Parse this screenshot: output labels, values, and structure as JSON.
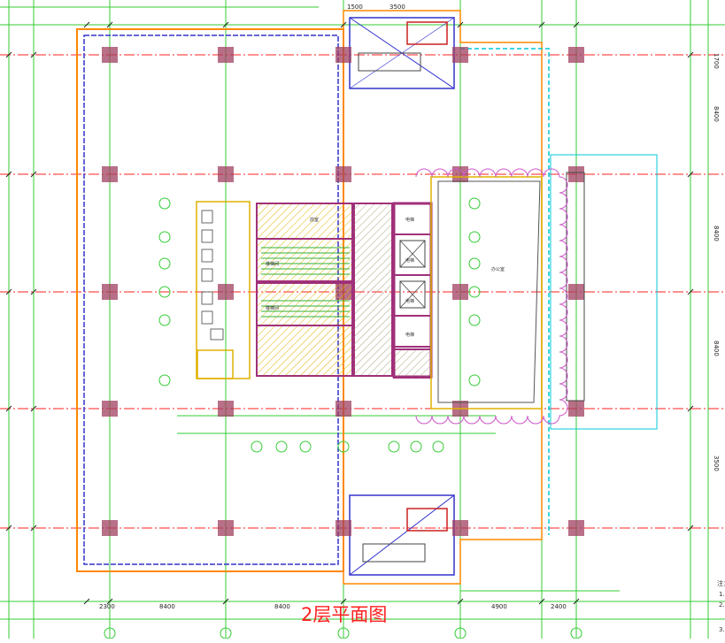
{
  "drawing": {
    "title": "2层平面图",
    "colors": {
      "background": "#ffffff",
      "axis_line": "#ff2020",
      "dimension_line": "#00cc00",
      "grid_line_vertical": "#33cc33",
      "wall_outer": "#ff8800",
      "wall_inner": "#3333cc",
      "core_wall": "#a0307a",
      "column": "#a04060",
      "cloud": "#cc55cc",
      "hatch": "#e0b000",
      "note_text": "#333333",
      "title": "#ff2020",
      "cyan_line": "#00c8d8"
    },
    "bottom_dims": [
      "2300",
      "8400",
      "8400",
      "4900",
      "2400"
    ],
    "top_dims": [
      "1500",
      "3500"
    ],
    "right_dims_outer": [
      "1700",
      "8400",
      "8400",
      "8400",
      "3500"
    ],
    "notes": [
      "注：",
      "1.",
      "2.",
      "3."
    ],
    "room_labels": [
      "前室",
      "电梯",
      "电梯",
      "电梯",
      "电梯",
      "楼梯间",
      "楼梯间",
      "办公室"
    ]
  }
}
